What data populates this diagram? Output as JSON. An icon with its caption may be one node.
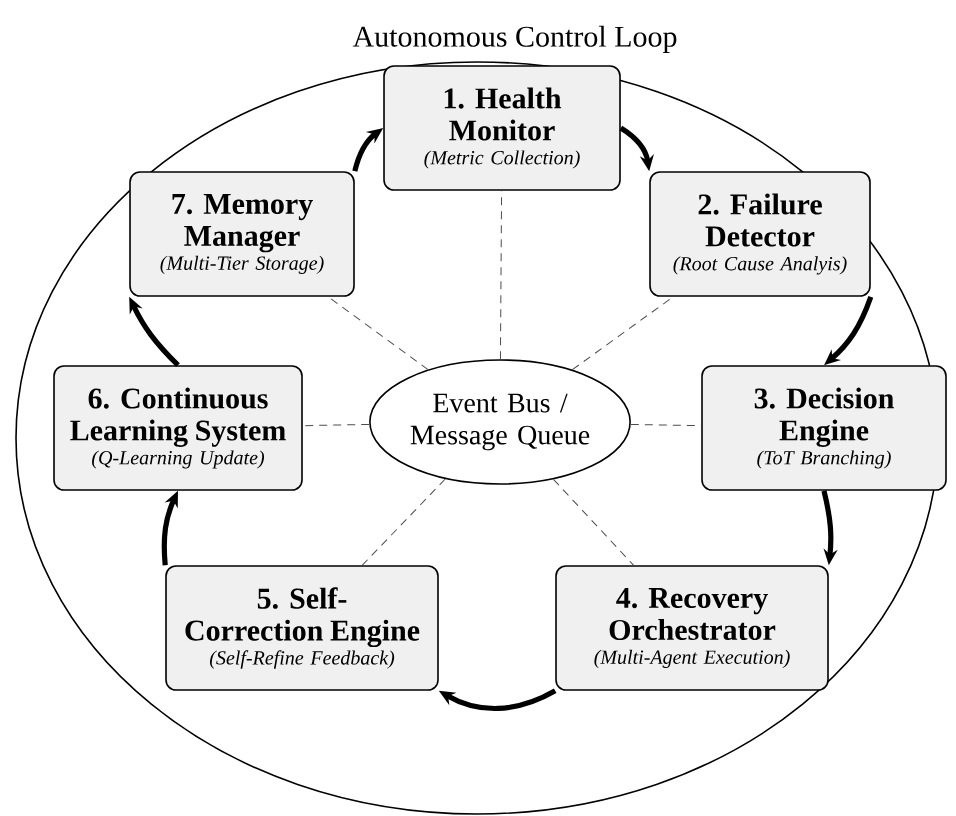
{
  "diagram": {
    "nodes": [
      {
        "text": [
          "Autonomous Control Loop"
        ]
      },
      {
        "text": [
          "1. Health Monitor",
          "(Metric Collection)"
        ],
        "in": 0
      },
      {
        "text": [
          "2. Failure Detector",
          "(Root Cause Analyis)"
        ],
        "in": 0
      },
      {
        "text": [
          "3. Decision Engine",
          "(ToT Branching)"
        ],
        "in": 0
      },
      {
        "text": [
          "4. Recovery Orchestrator",
          "(Multi-Agent Execution)"
        ],
        "in": 0
      },
      {
        "text": [
          "5. Self-Correction Engine",
          "(Self-Refine Feedback)"
        ],
        "in": 0
      },
      {
        "text": [
          "6. Continuous Learning System",
          "(Q-Learning Update)"
        ],
        "in": 0
      },
      {
        "text": [
          "7. Memory Manager",
          "(Multi-Tier Storage)"
        ],
        "in": 0
      },
      {
        "text": [
          "Event Bus / Message Queue"
        ],
        "in": 0
      }
    ],
    "edges": [
      {
        "from": 1,
        "to": 2,
        "arrow": "to",
        "style": "thick"
      },
      {
        "from": 2,
        "to": 3,
        "arrow": "to",
        "style": "thick"
      },
      {
        "from": 3,
        "to": 4,
        "arrow": "to",
        "style": "thick"
      },
      {
        "from": 4,
        "to": 5,
        "arrow": "to",
        "style": "thick"
      },
      {
        "from": 5,
        "to": 6,
        "arrow": "to",
        "style": "thick"
      },
      {
        "from": 6,
        "to": 7,
        "arrow": "to",
        "style": "thick"
      },
      {
        "from": 7,
        "to": 1,
        "arrow": "to",
        "style": "thick"
      },
      {
        "from": 8,
        "to": 1,
        "arrow": "none",
        "style": "dashed"
      },
      {
        "from": 8,
        "to": 2,
        "arrow": "none",
        "style": "dashed"
      },
      {
        "from": 8,
        "to": 3,
        "arrow": "none",
        "style": "dashed"
      },
      {
        "from": 8,
        "to": 4,
        "arrow": "none",
        "style": "dashed"
      },
      {
        "from": 8,
        "to": 5,
        "arrow": "none",
        "style": "dashed"
      },
      {
        "from": 8,
        "to": 6,
        "arrow": "none",
        "style": "dashed"
      },
      {
        "from": 8,
        "to": 7,
        "arrow": "none",
        "style": "dashed"
      }
    ]
  }
}
